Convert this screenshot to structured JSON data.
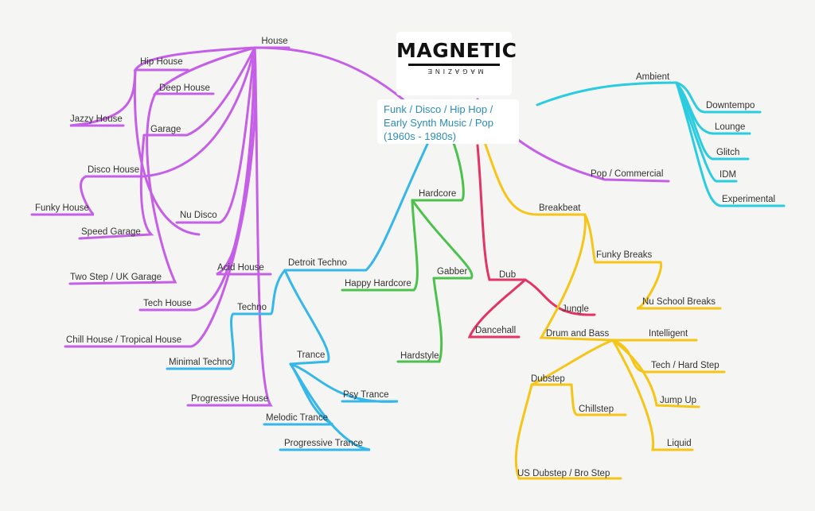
{
  "logo": {
    "title": "MAGNETIC",
    "subtitle": "MAGAZINE"
  },
  "center": {
    "label": "Funk / Disco / Hip Hop / Early Synth Music / Pop (1960s - 1980s)"
  },
  "colors": {
    "house": "#c65fe8",
    "techno": "#35b7ea",
    "ambient": "#2ccce0",
    "hardcore": "#4cc24c",
    "dub": "#e03565",
    "breakbeat": "#f5c518",
    "text": "#333333"
  },
  "nodes": {
    "house": "House",
    "hip_house": "Hip House",
    "deep_house": "Deep House",
    "jazzy_house": "Jazzy House",
    "garage": "Garage",
    "disco_house": "Disco House",
    "funky_house": "Funky House",
    "speed_garage": "Speed Garage",
    "nu_disco": "Nu Disco",
    "two_step": "Two Step / UK Garage",
    "acid_house": "Acid House",
    "tech_house": "Tech House",
    "chill_house": "Chill House / Tropical House",
    "progressive_house": "Progressive House",
    "pop_commercial": "Pop / Commercial",
    "detroit_techno": "Detroit Techno",
    "techno": "Techno",
    "minimal_techno": "Minimal Techno",
    "trance": "Trance",
    "psy_trance": "Psy Trance",
    "melodic_trance": "Melodic Trance",
    "progressive_trance": "Progressive Trance",
    "ambient": "Ambient",
    "downtempo": "Downtempo",
    "lounge": "Lounge",
    "glitch": "Glitch",
    "idm": "IDM",
    "experimental": "Experimental",
    "hardcore": "Hardcore",
    "happy_hardcore": "Happy Hardcore",
    "gabber": "Gabber",
    "hardstyle": "Hardstyle",
    "dub": "Dub",
    "dancehall": "Dancehall",
    "jungle": "Jungle",
    "breakbeat": "Breakbeat",
    "funky_breaks": "Funky Breaks",
    "nu_school_breaks": "Nu School Breaks",
    "drum_and_bass": "Drum and Bass",
    "intelligent": "Intelligent",
    "tech_hard_step": "Tech / Hard Step",
    "jump_up": "Jump Up",
    "liquid": "Liquid",
    "dubstep": "Dubstep",
    "chillstep": "Chillstep",
    "us_dubstep": "US Dubstep / Bro Step"
  }
}
